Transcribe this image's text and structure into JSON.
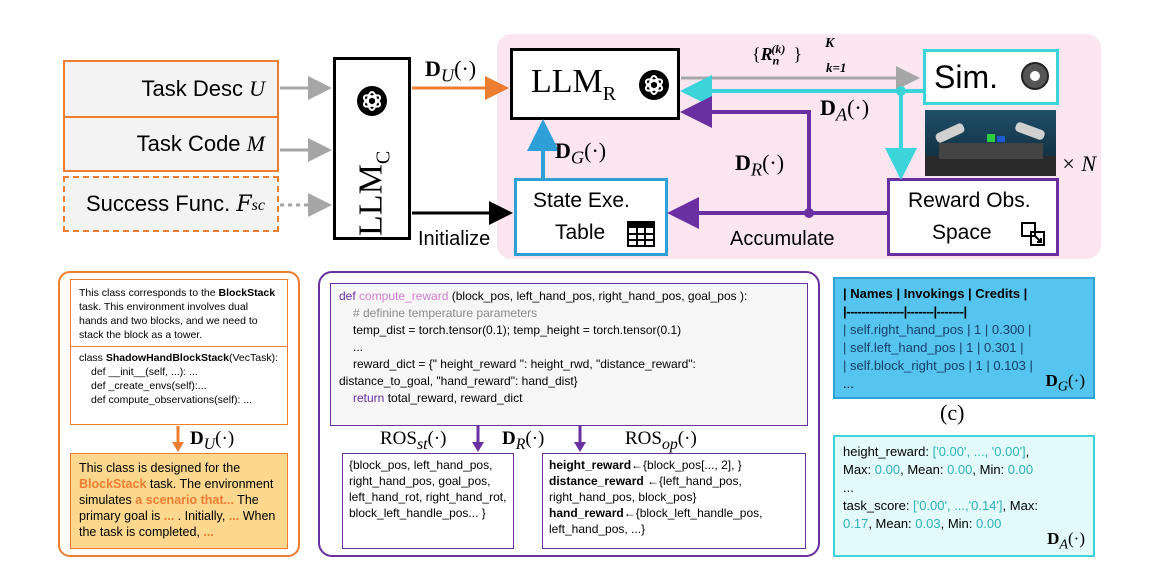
{
  "inputs": {
    "task_desc": "Task Desc",
    "task_desc_var": "U",
    "task_code": "Task Code",
    "task_code_var": "M",
    "success_func": "Success Func.",
    "success_func_var": "F",
    "success_func_sub": "sc"
  },
  "llm_c": {
    "base": "LLM",
    "sub": "C"
  },
  "llm_r": {
    "base": "LLM",
    "sub": "R"
  },
  "sim": {
    "label": "Sim."
  },
  "state_table": {
    "line1": "State Exe.",
    "line2": "Table"
  },
  "reward_obs": {
    "line1": "Reward Obs.",
    "line2": "Space"
  },
  "edges": {
    "initialize": "Initialize",
    "accumulate": "Accumulate",
    "du": "D",
    "du_sub": "U",
    "dg": "D",
    "dg_sub": "G",
    "dr": "D",
    "dr_sub": "R",
    "da": "D",
    "da_sub": "A",
    "rn": "R",
    "rn_sub": "n",
    "rn_sup": "(k)",
    "k_upper": "K",
    "k_lower": "k=1",
    "times_n": "× N",
    "arg": "(·)"
  },
  "panel_u": {
    "text1_a": "This class corresponds to the ",
    "text1_b": "BlockStack",
    "text1_c": " task. This environment involves dual hands and two blocks, and we need to stack the block as a tower.",
    "code1_a": "class ",
    "code1_b": "ShadowHandBlockStack",
    "code1_c": "(VecTask):",
    "code2": "def __init__(self, ...): ...",
    "code3": "def _create_envs(self):...",
    "code4": "def compute_observations(self): ...",
    "du": "D",
    "du_sub": "U",
    "out_a": "This class is designed for the ",
    "out_b": "BlockStack",
    "out_c": " task. The environment simulates ",
    "out_d": "a scenario that...",
    "out_e": " The primary goal is ",
    "out_f": "...",
    "out_g": " . Initially, ",
    "out_h": "...",
    "out_i": " When the  task is completed, ",
    "out_j": "..."
  },
  "panel_r": {
    "l1_def": "def ",
    "l1_fn": "compute_reward",
    "l1_args": " (block_pos, left_hand_pos, right_hand_pos, goal_pos ):",
    "l2": "# definine temperature parameters",
    "l3": "temp_dist = torch.tensor(0.1); temp_height = torch.tensor(0.1)",
    "l4": "...",
    "l5": "reward_dict = {\" height_reward \": height_rwd, \"distance_reward\":",
    "l6": "distance_to_goal, \"hand_reward\": hand_dist}",
    "l7_kw": "return",
    "l7_rest": " total_reward, reward_dict",
    "ros_st": "ROS",
    "ros_st_sub": "st",
    "dr": "D",
    "dr_sub": "R",
    "ros_op": "ROS",
    "ros_op_sub": "op",
    "st_text": "{block_pos, left_hand_pos, right_hand_pos, goal_pos, left_hand_rot, right_hand_rot, block_left_handle_pos... }",
    "op1_b": "height_reward",
    "op1_r": "←{block_pos[..., 2], }",
    "op2_b": "distance_reward",
    "op2_r": " ←{left_hand_pos, right_hand_pos, block_pos}",
    "op3_b": "hand_reward",
    "op3_r": "←{block_left_handle_pos, left_hand_pos, ...}"
  },
  "panel_g": {
    "header": "| Names | Invokings | Credits |",
    "sep": "|---------------|-------|-------|",
    "rows": [
      "| self.right_hand_pos | 1 | 0.300 |",
      "| self.left_hand_pos | 1 | 0.301 |",
      "| self.block_right_pos | 1 | 0.103 |"
    ],
    "ellipsis": "...",
    "dg": "D",
    "dg_sub": "G"
  },
  "caption_c": "(c)",
  "panel_a": {
    "l1_k": "height_reward: ",
    "l1_v": "['0.00', ..., '0.00']",
    "l1_end": ",",
    "l2_a": "Max: ",
    "l2_b": "0.00",
    "l2_c": ", Mean: ",
    "l2_d": "0.00",
    "l2_e": ", Min: ",
    "l2_f": "0.00",
    "l3": "...",
    "l4_k": "task_score: ",
    "l4_v": "['0.00', ...,'0.14']",
    "l4_e": ", Max:",
    "l5_a": "0.17",
    "l5_b": ", Mean: ",
    "l5_c": "0.03",
    "l5_d": ", Min: ",
    "l5_e": "0.00",
    "da": "D",
    "da_sub": "A"
  },
  "colors": {
    "orange": "#ed7d31",
    "purple": "#6a2fa0",
    "cyan": "#3bd4d9",
    "blue": "#2f9fd8",
    "gray": "#a6a6a6",
    "pink_bg": "#fbe6f0",
    "panel_g_bg": "#55c4ee",
    "panel_a_bg": "#e3fafa",
    "highlight": "#fcd78e"
  }
}
